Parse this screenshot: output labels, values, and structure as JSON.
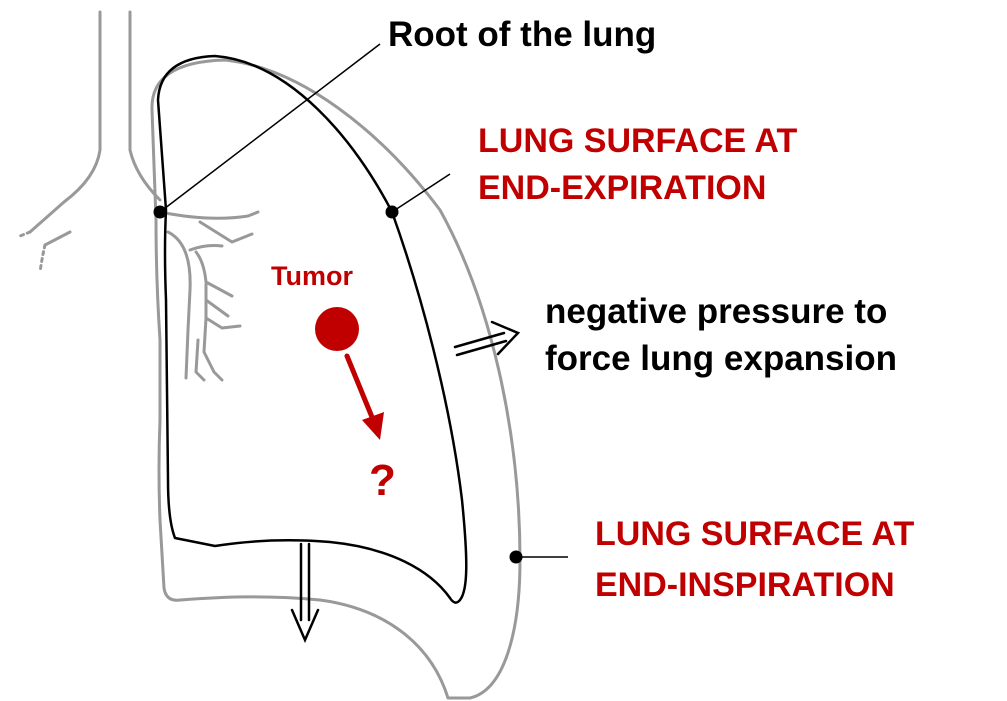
{
  "labels": {
    "root": "Root of the lung",
    "expiration_line1": "LUNG SURFACE AT",
    "expiration_line2": "END-EXPIRATION",
    "tumor": "Tumor",
    "pressure_line1": "negative pressure to",
    "pressure_line2": "force lung expansion",
    "question": "?",
    "inspiration_line1": "LUNG SURFACE AT",
    "inspiration_line2": "END-INSPIRATION"
  },
  "colors": {
    "accent_red": "#c00000",
    "black": "#000000",
    "gray": "#999999"
  }
}
